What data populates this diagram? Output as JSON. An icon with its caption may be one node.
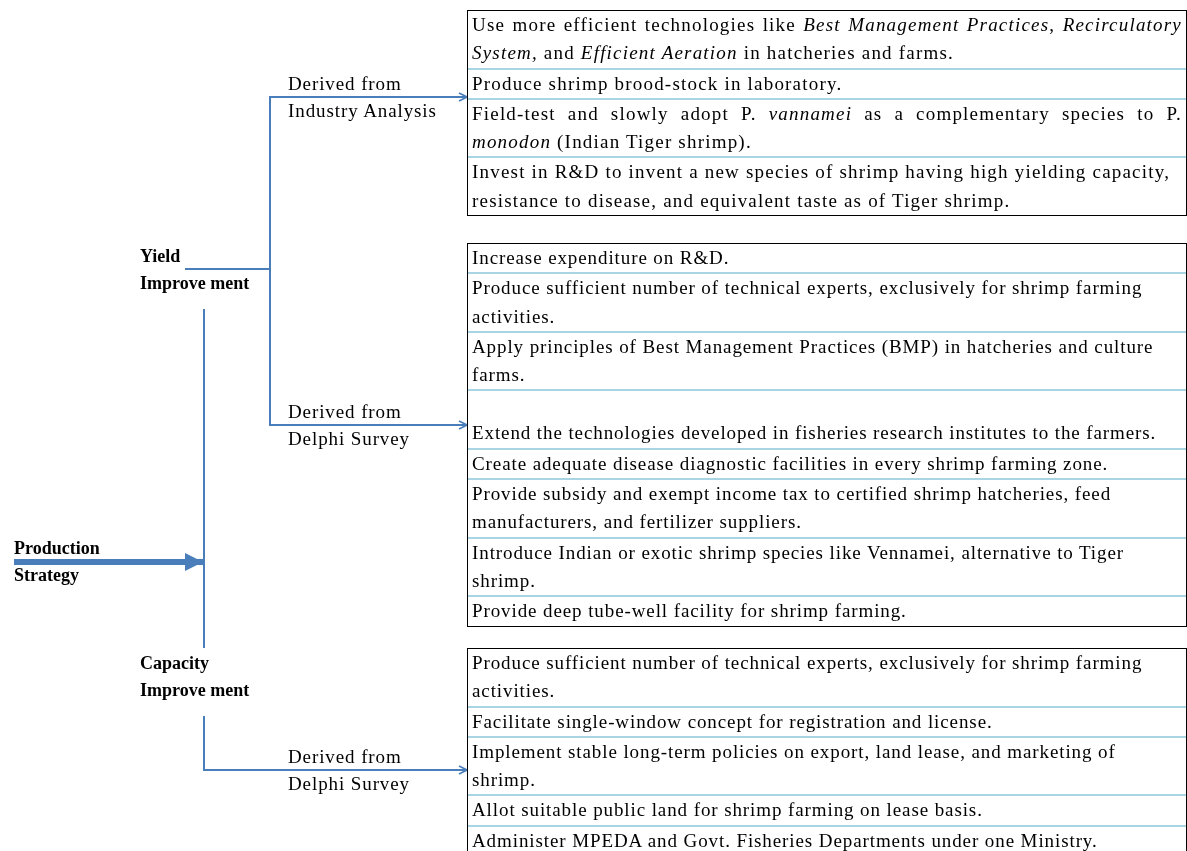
{
  "diagram": {
    "nodes": [
      {
        "text": [
          "Production Strategy"
        ]
      },
      {
        "text": [
          "Yield Improve ment"
        ]
      },
      {
        "text": [
          "Capacity Improve ment"
        ]
      },
      {
        "text": [
          "Use more efficient technologies like *Best Management Practices*, *Recirculatory System,* and *Efficient Aeration* in hatcheries and farms.",
          "Produce shrimp brood-stock in laboratory.",
          "Field-test and slowly adopt P. *vannamei* as a complementary species to P. *monodon* (Indian Tiger shrimp).",
          "Invest in R&D to invent a new species of shrimp having high yielding capacity, resistance to disease, and equivalent taste as of Tiger shrimp."
        ]
      },
      {
        "text": [
          "Increase expenditure on R&D.",
          "Produce sufficient number of technical experts, exclusively for shrimp farming activities.",
          "Apply principles of Best Management Practices (BMP) in hatcheries and culture farms.",
          "Extend the technologies developed in fisheries research institutes to the farmers.",
          "Create adequate disease diagnostic facilities in every shrimp farming zone.",
          "Provide subsidy and exempt income tax to certified shrimp hatcheries, feed manufacturers, and fertilizer suppliers.",
          "Introduce Indian or exotic shrimp species like Vennamei, alternative to Tiger shrimp.",
          "Provide deep tube-well facility for shrimp farming."
        ]
      },
      {
        "text": [
          "Produce sufficient number of technical experts, exclusively for shrimp farming activities.",
          "Facilitate single-window concept for registration and license.",
          "Implement stable long-term policies on export, land lease, and marketing of shrimp.",
          "Allot suitable public land for shrimp farming on lease basis.",
          "Administer MPEDA and Govt. Fisheries Departments under one Ministry."
        ]
      },
      {
        "text": [],
        "shape": "bar"
      }
    ],
    "edges": [
      {
        "from": 0,
        "to": 6,
        "arrow": "to",
        "style": "thick"
      },
      {
        "from": 6,
        "to": 1,
        "arrow": "none"
      },
      {
        "from": 6,
        "to": 2,
        "arrow": "none"
      },
      {
        "from": 1,
        "to": 3,
        "arrow": "to",
        "label": "Derived from Industry Analysis"
      },
      {
        "from": 1,
        "to": 4,
        "arrow": "to",
        "label": "Derived from Delphi Survey"
      },
      {
        "from": 2,
        "to": 5,
        "arrow": "to",
        "label": "Derived from Delphi Survey"
      }
    ]
  }
}
